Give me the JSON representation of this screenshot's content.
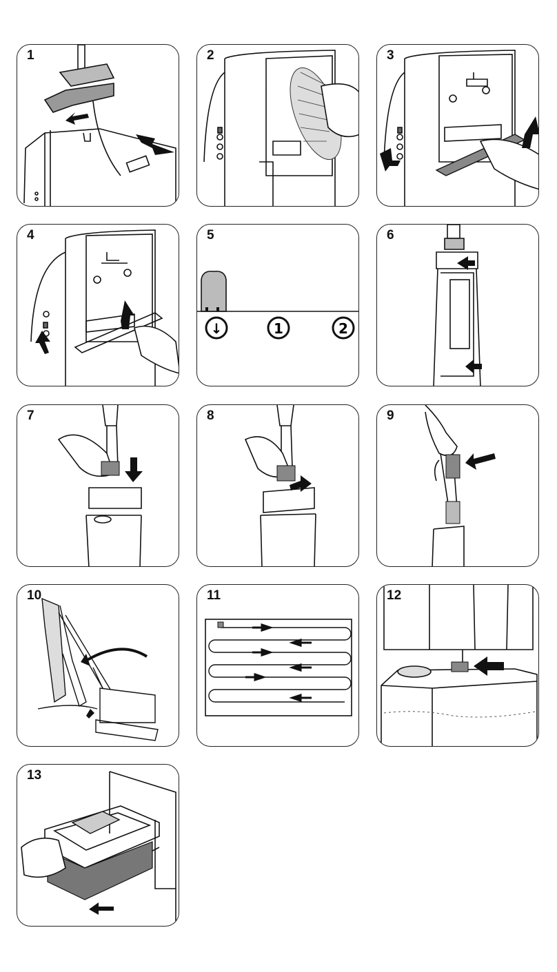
{
  "steps": [
    {
      "number": "1",
      "label_text": "—"
    },
    {
      "number": "2"
    },
    {
      "number": "3"
    },
    {
      "number": "4"
    },
    {
      "number": "5",
      "symbols": [
        "↓",
        "1",
        "2"
      ]
    },
    {
      "number": "6"
    },
    {
      "number": "7"
    },
    {
      "number": "8"
    },
    {
      "number": "9"
    },
    {
      "number": "10"
    },
    {
      "number": "11"
    },
    {
      "number": "12"
    },
    {
      "number": "13"
    }
  ],
  "colors": {
    "line": "#111111",
    "panel_border": "#222222",
    "hatch": "#555555"
  }
}
